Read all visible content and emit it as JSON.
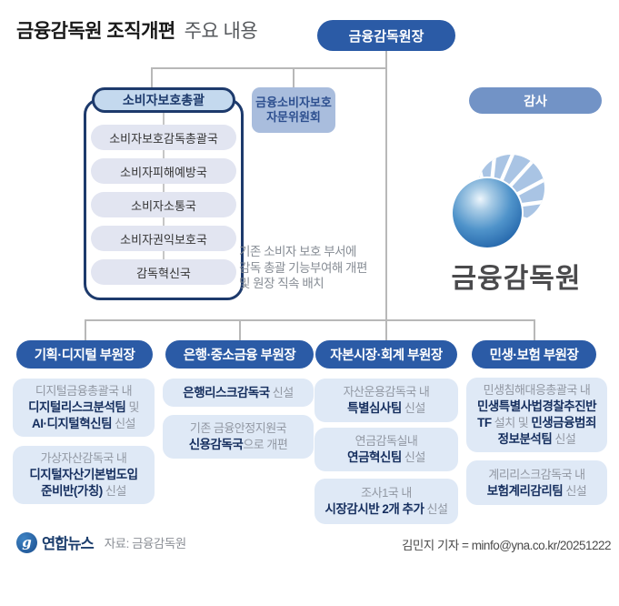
{
  "title": {
    "main": "금융감독원 조직개편",
    "sub": "주요 내용"
  },
  "colors": {
    "deputy_blue": "#2b5ba6",
    "auditor_blue": "#7293c6",
    "advisory_blue": "#a9bddd",
    "navy_border": "#1d3a6c",
    "light_box": "#dfe9f6",
    "line_gray": "#b8b8b8",
    "bold_navy_text": "#152e5e",
    "gray_text": "#9298a3"
  },
  "org": {
    "governor": "금융감독원장",
    "auditor": "감사",
    "advisory_lines": [
      "금융소비자보호",
      "자문위원회"
    ],
    "consumer": {
      "header": "소비자보호총괄",
      "departments": [
        "소비자보호감독총괄국",
        "소비자피해예방국",
        "소비자소통국",
        "소비자권익보호국",
        "감독혁신국"
      ]
    },
    "note_lines": [
      "기존 소비자 보호 부서에",
      "감독 총괄 기능부여해 개편",
      "및 원장 직속 배치"
    ],
    "logo_text": "금융감독원",
    "deputies": [
      {
        "title": "기획·디지털 부원장",
        "boxes": [
          {
            "lines": [
              [
                {
                  "text": "디지털금융총괄국 내",
                  "bold": false
                }
              ],
              [
                {
                  "text": "디지털리스크분석팀",
                  "bold": true
                },
                {
                  "text": " 및",
                  "bold": false
                }
              ],
              [
                {
                  "text": "AI·디지털혁신팀",
                  "bold": true
                },
                {
                  "text": " 신설",
                  "bold": false
                }
              ]
            ]
          },
          {
            "lines": [
              [
                {
                  "text": "가상자산감독국 내",
                  "bold": false
                }
              ],
              [
                {
                  "text": "디지털자산기본법도입",
                  "bold": true
                }
              ],
              [
                {
                  "text": "준비반(가칭)",
                  "bold": true
                },
                {
                  "text": " 신설",
                  "bold": false
                }
              ]
            ]
          }
        ]
      },
      {
        "title": "은행·중소금융 부원장",
        "boxes": [
          {
            "lines": [
              [
                {
                  "text": "은행리스크감독국",
                  "bold": true
                },
                {
                  "text": " 신설",
                  "bold": false
                }
              ]
            ]
          },
          {
            "lines": [
              [
                {
                  "text": "기존 금융안정지원국",
                  "bold": false
                }
              ],
              [
                {
                  "text": "신용감독국",
                  "bold": true
                },
                {
                  "text": "으로 개편",
                  "bold": false
                }
              ]
            ]
          }
        ]
      },
      {
        "title": "자본시장·회계 부원장",
        "boxes": [
          {
            "lines": [
              [
                {
                  "text": "자산운용감독국 내",
                  "bold": false
                }
              ],
              [
                {
                  "text": "특별심사팀",
                  "bold": true
                },
                {
                  "text": " 신설",
                  "bold": false
                }
              ]
            ]
          },
          {
            "lines": [
              [
                {
                  "text": "연금감독실내",
                  "bold": false
                }
              ],
              [
                {
                  "text": "연금혁신팀",
                  "bold": true
                },
                {
                  "text": " 신설",
                  "bold": false
                }
              ]
            ]
          },
          {
            "lines": [
              [
                {
                  "text": "조사1국 내",
                  "bold": false
                }
              ],
              [
                {
                  "text": "시장감시반 2개 추가",
                  "bold": true
                },
                {
                  "text": " 신설",
                  "bold": false
                }
              ]
            ]
          }
        ]
      },
      {
        "title": "민생·보험 부원장",
        "boxes": [
          {
            "lines": [
              [
                {
                  "text": "민생침해대응총괄국 내",
                  "bold": false
                }
              ],
              [
                {
                  "text": "민생특별사법경찰추진반",
                  "bold": true
                }
              ],
              [
                {
                  "text": "TF",
                  "bold": true
                },
                {
                  "text": " 설치 및 ",
                  "bold": false
                },
                {
                  "text": "민생금융범죄",
                  "bold": true
                }
              ],
              [
                {
                  "text": "정보분석팀",
                  "bold": true
                },
                {
                  "text": " 신설",
                  "bold": false
                }
              ]
            ]
          },
          {
            "lines": [
              [
                {
                  "text": "계리리스크감독국 내",
                  "bold": false
                }
              ],
              [
                {
                  "text": "보험계리감리팀",
                  "bold": true
                },
                {
                  "text": " 신설",
                  "bold": false
                }
              ]
            ]
          }
        ]
      }
    ]
  },
  "footer": {
    "agency": "연합뉴스",
    "agency_glyph": "g",
    "source": "자료: 금융감독원",
    "credit": "김민지 기자 = minfo@yna.co.kr/20251222"
  }
}
